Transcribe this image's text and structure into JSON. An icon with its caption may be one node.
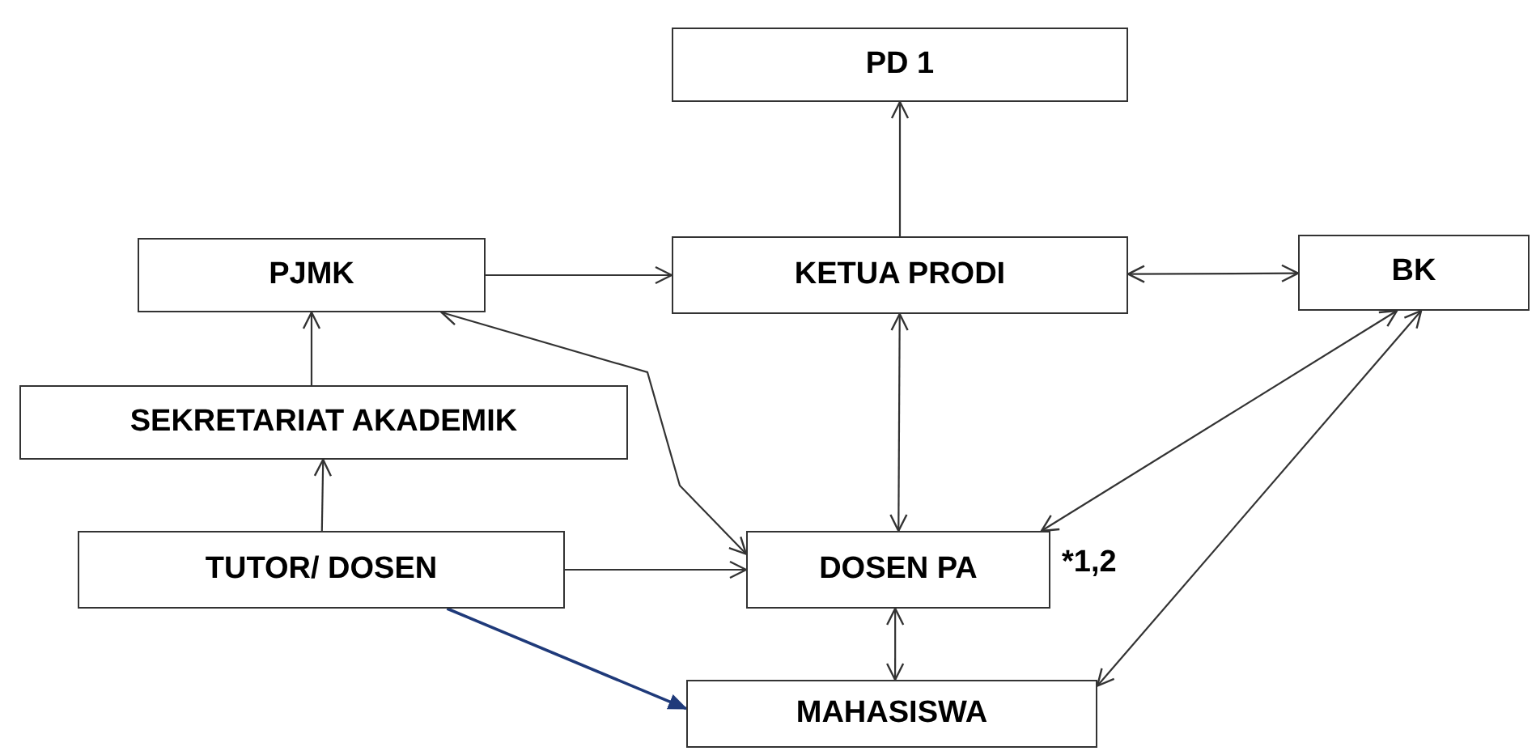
{
  "diagram": {
    "nodes": [
      {
        "text": [
          "PD 1"
        ]
      },
      {
        "text": [
          "PJMK"
        ]
      },
      {
        "text": [
          "KETUA PRODI"
        ]
      },
      {
        "text": [
          "BK"
        ]
      },
      {
        "text": [
          "SEKRETARIAT AKADEMIK"
        ]
      },
      {
        "text": [
          "TUTOR/ DOSEN"
        ]
      },
      {
        "text": [
          "DOSEN PA"
        ]
      },
      {
        "text": [
          "MAHASISWA"
        ]
      }
    ],
    "edges": [
      {
        "from": 1,
        "to": 2,
        "arrow": "to"
      },
      {
        "from": 2,
        "to": 0,
        "arrow": "to"
      },
      {
        "from": 2,
        "to": 3,
        "arrow": "both"
      },
      {
        "from": 4,
        "to": 1,
        "arrow": "to"
      },
      {
        "from": 5,
        "to": 4,
        "arrow": "to"
      },
      {
        "from": 1,
        "to": 6,
        "arrow": "both"
      },
      {
        "from": 5,
        "to": 6,
        "arrow": "to"
      },
      {
        "from": 2,
        "to": 6,
        "arrow": "both"
      },
      {
        "from": 6,
        "to": 3,
        "arrow": "both"
      },
      {
        "from": 7,
        "to": 6,
        "arrow": "both"
      },
      {
        "from": 7,
        "to": 3,
        "arrow": "both"
      },
      {
        "from": 5,
        "to": 7,
        "arrow": "to",
        "color": "#1f3a7a"
      }
    ],
    "labels": [
      "*1,2"
    ]
  }
}
